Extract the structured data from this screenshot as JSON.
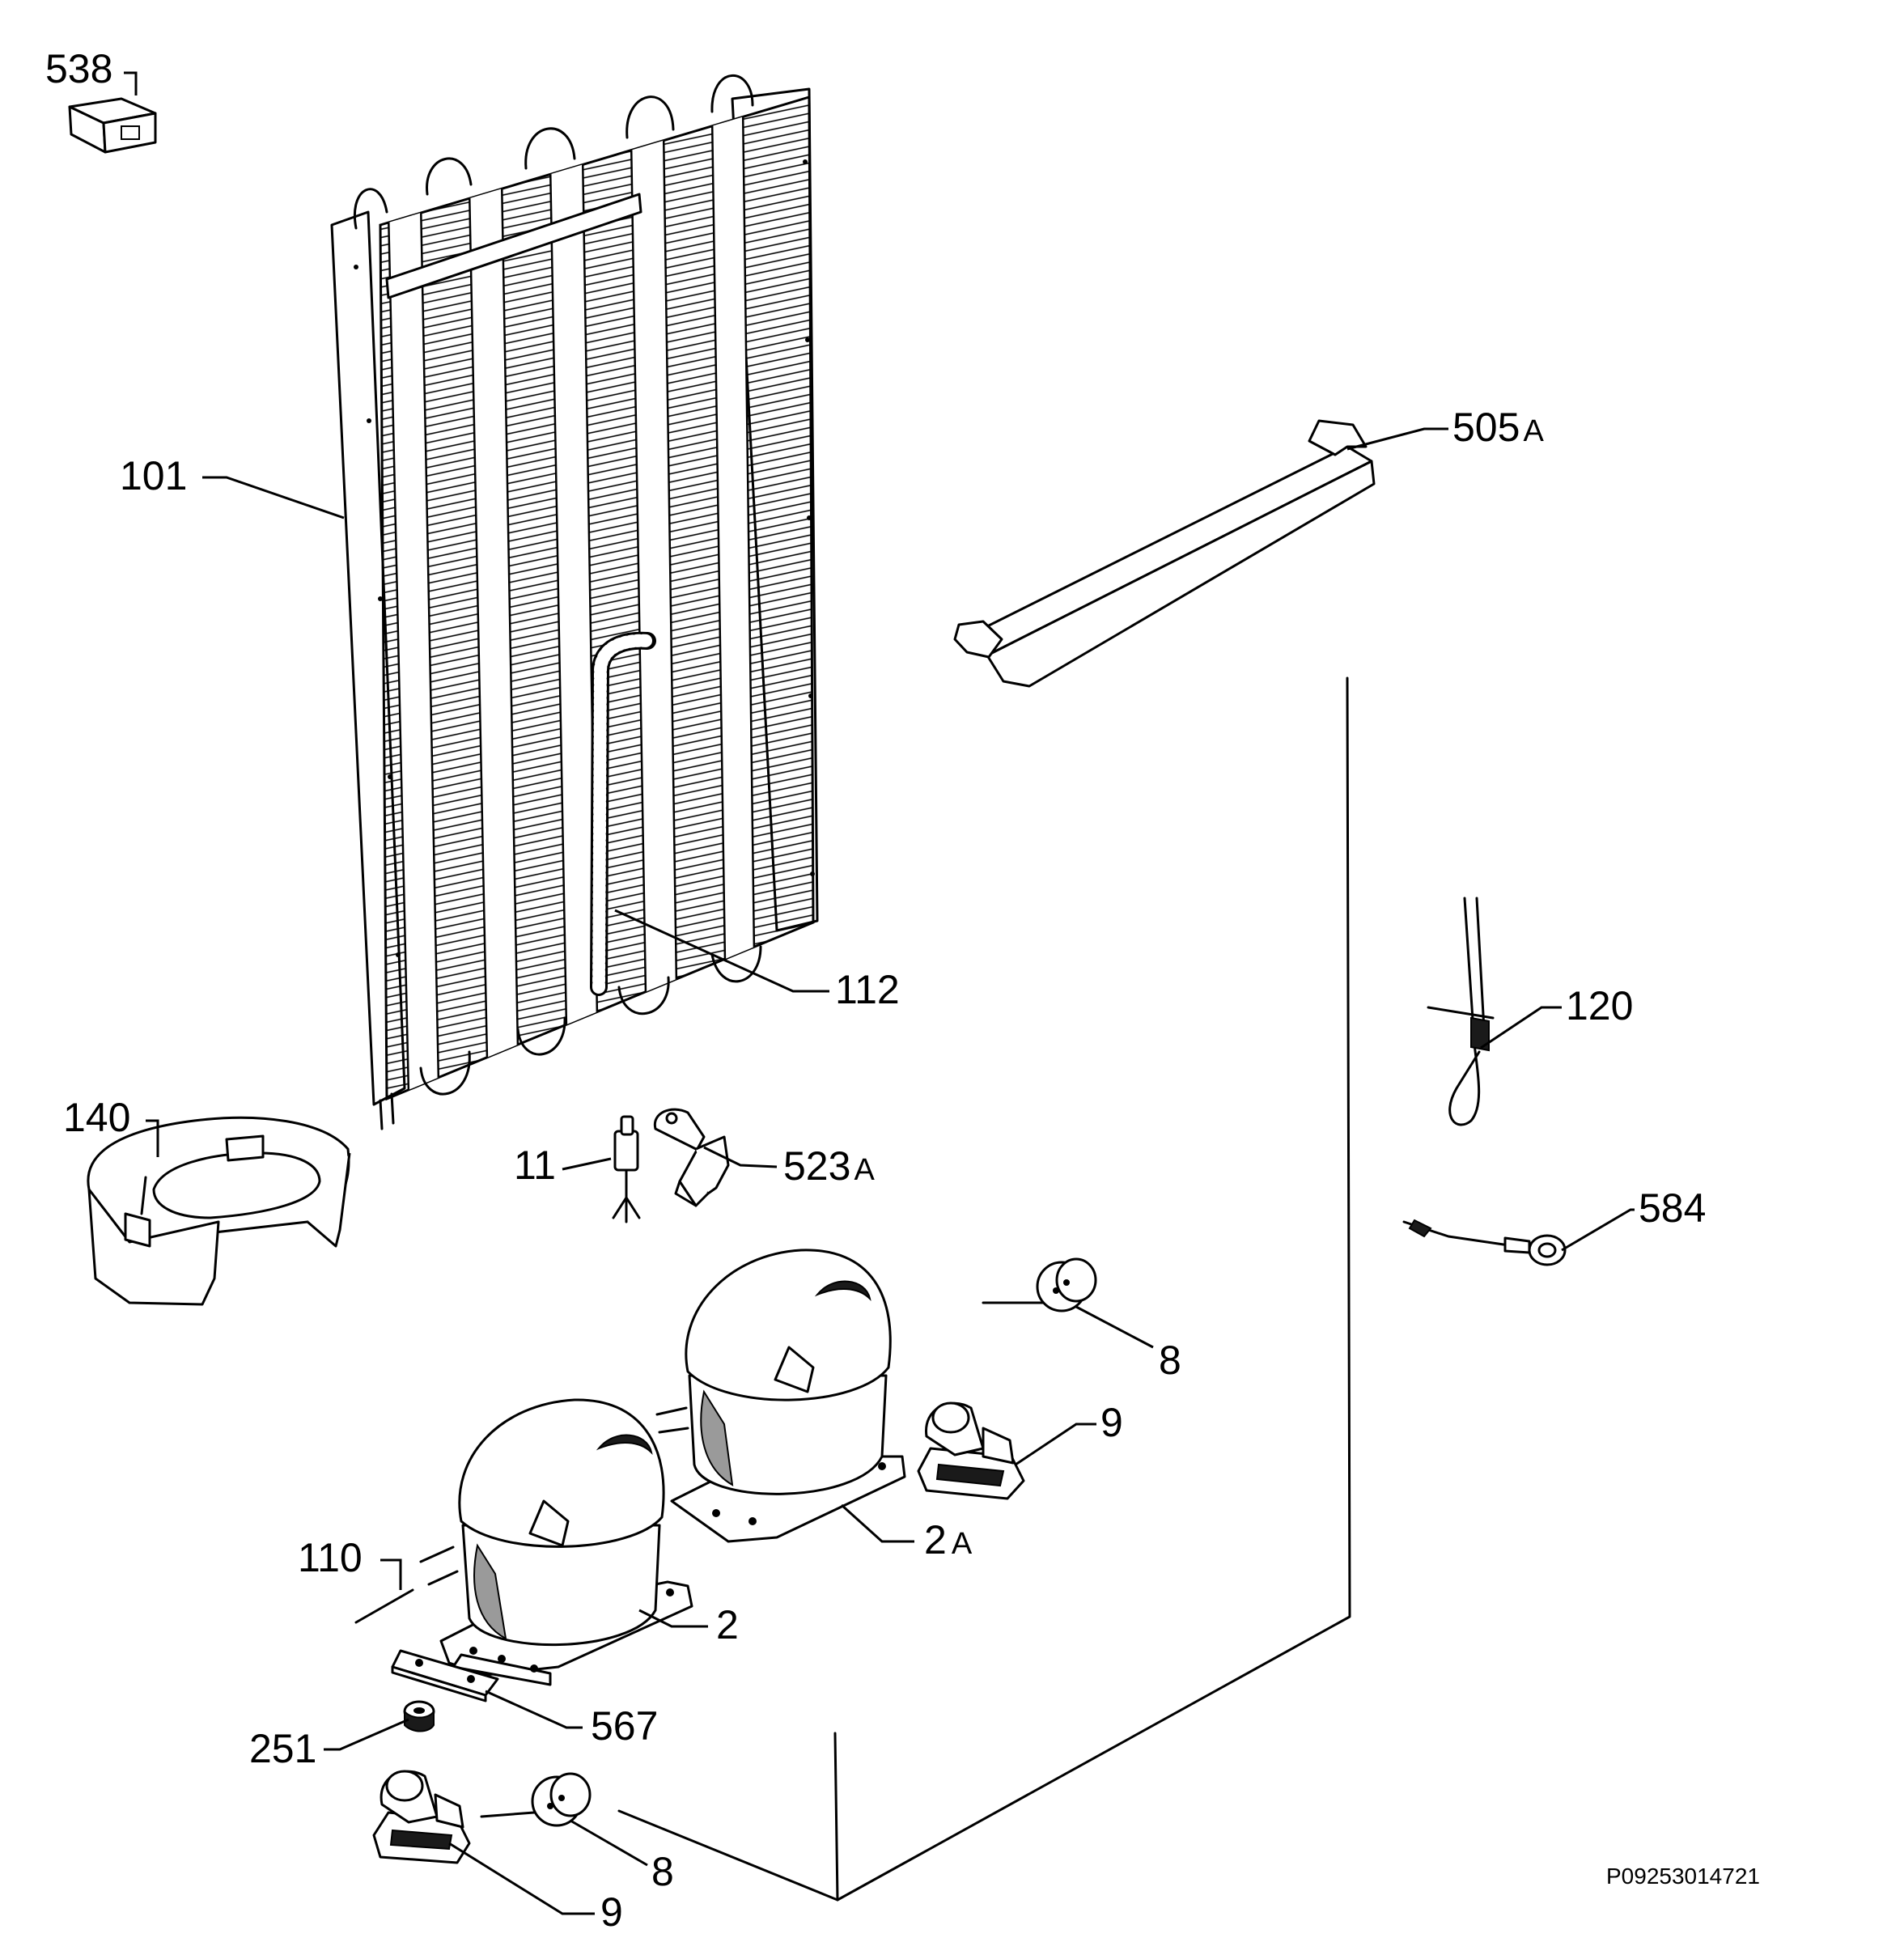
{
  "labels": {
    "p538": "538",
    "p101": "101",
    "p505a_num": "505",
    "p505a_suffix": "A",
    "p112": "112",
    "p120": "120",
    "p140": "140",
    "p11": "11",
    "p523a_num": "523",
    "p523a_suffix": "A",
    "p584": "584",
    "p8_upper": "8",
    "p9_upper": "9",
    "p2a_num": "2",
    "p2a_suffix": "A",
    "p110": "110",
    "p2": "2",
    "p567": "567",
    "p251": "251",
    "p8_lower": "8",
    "p9_lower": "9"
  },
  "document_code": "P09253014721"
}
